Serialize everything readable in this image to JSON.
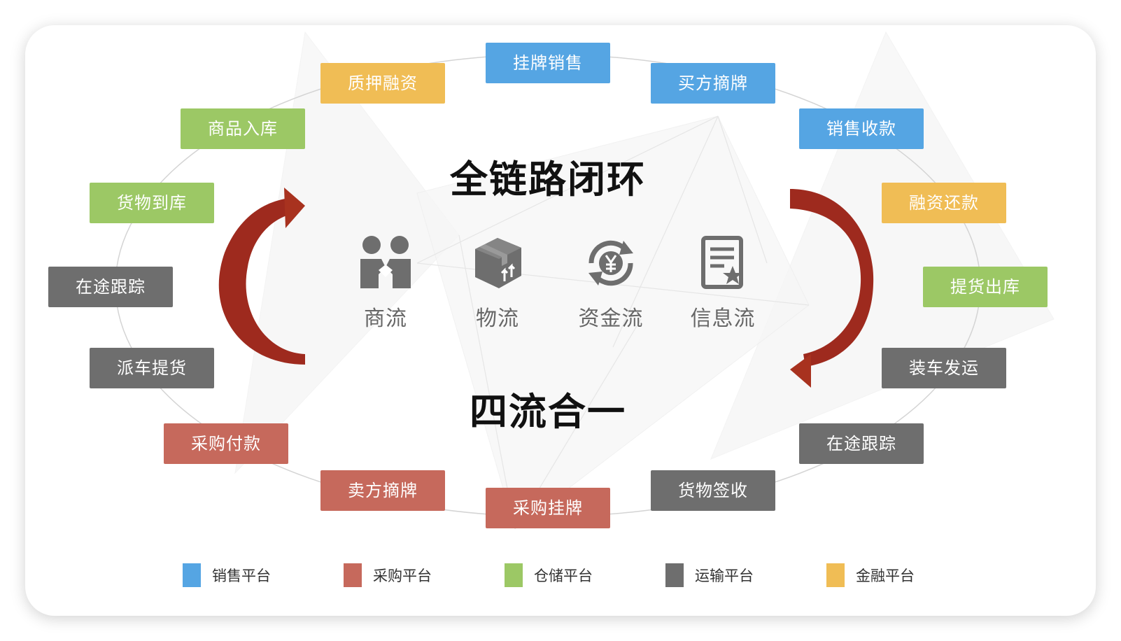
{
  "headline_top": "全链路闭环",
  "headline_bottom": "四流合一",
  "colors": {
    "sales": "#55A5E3",
    "purchase": "#C6695C",
    "storage": "#9CC865",
    "transport": "#6E6E6E",
    "finance": "#F0BD55",
    "arrow": "#9E2A1E"
  },
  "flows": [
    {
      "label": "商流",
      "icon": "handshake-icon"
    },
    {
      "label": "物流",
      "icon": "package-icon"
    },
    {
      "label": "资金流",
      "icon": "yuan-cycle-icon"
    },
    {
      "label": "信息流",
      "icon": "document-icon"
    }
  ],
  "nodes": [
    {
      "label": "挂牌销售",
      "category": "sales"
    },
    {
      "label": "买方摘牌",
      "category": "sales"
    },
    {
      "label": "销售收款",
      "category": "sales"
    },
    {
      "label": "融资还款",
      "category": "finance"
    },
    {
      "label": "提货出库",
      "category": "storage"
    },
    {
      "label": "装车发运",
      "category": "transport"
    },
    {
      "label": "在途跟踪",
      "category": "transport"
    },
    {
      "label": "货物签收",
      "category": "transport"
    },
    {
      "label": "采购挂牌",
      "category": "purchase"
    },
    {
      "label": "卖方摘牌",
      "category": "purchase"
    },
    {
      "label": "采购付款",
      "category": "purchase"
    },
    {
      "label": "派车提货",
      "category": "transport"
    },
    {
      "label": "在途跟踪",
      "category": "transport"
    },
    {
      "label": "货物到库",
      "category": "storage"
    },
    {
      "label": "商品入库",
      "category": "storage"
    },
    {
      "label": "质押融资",
      "category": "finance"
    }
  ],
  "legend": [
    {
      "label": "销售平台",
      "category": "sales"
    },
    {
      "label": "采购平台",
      "category": "purchase"
    },
    {
      "label": "仓储平台",
      "category": "storage"
    },
    {
      "label": "运输平台",
      "category": "transport"
    },
    {
      "label": "金融平台",
      "category": "finance"
    }
  ]
}
